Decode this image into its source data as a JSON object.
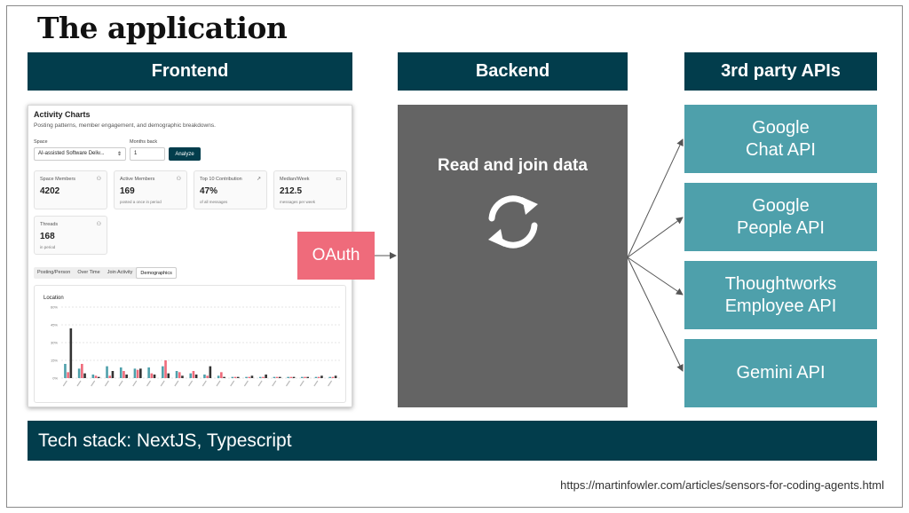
{
  "slide": {
    "title": "The application",
    "headers": {
      "frontend": "Frontend",
      "backend": "Backend",
      "third_party": "3rd party APIs"
    },
    "tech_stack": "Tech stack: NextJS, Typescript",
    "source": "https://martinfowler.com/articles/sensors-for-coding-agents.html"
  },
  "backend": {
    "label": "Read and join data",
    "icon": "refresh-icon"
  },
  "oauth": {
    "label": "OAuth"
  },
  "apis": [
    {
      "line1": "Google",
      "line2": "Chat API"
    },
    {
      "line1": "Google",
      "line2": "People API"
    },
    {
      "line1": "Thoughtworks",
      "line2": "Employee API"
    },
    {
      "line1": "Gemini API",
      "line2": ""
    }
  ],
  "colors": {
    "dark_teal": "#023d4c",
    "teal": "#4ea0ab",
    "gray": "#646464",
    "pink": "#ef6b7b"
  },
  "frontend_screenshot": {
    "title": "Activity Charts",
    "subtitle": "Posting patterns, member engagement, and demographic breakdowns.",
    "space_label": "Space",
    "space_value": "AI-assisted Software Deliv...",
    "months_label": "Months back",
    "months_value": "1",
    "analyze_label": "Analyze",
    "cards": [
      {
        "title": "Space Members",
        "value": "4202",
        "note": "",
        "icon": "users-icon"
      },
      {
        "title": "Active Members",
        "value": "169",
        "note": "posted a once in period",
        "icon": "users-icon"
      },
      {
        "title": "Top 10 Contribution",
        "value": "47%",
        "note": "of all messages",
        "icon": "trend-up-icon"
      },
      {
        "title": "Median/Week",
        "value": "212.5",
        "note": "messages per week",
        "icon": "message-icon"
      },
      {
        "title": "Threads",
        "value": "168",
        "note": "in period",
        "icon": "users-icon"
      }
    ],
    "tabs": [
      "Posting/Person",
      "Over Time",
      "Join Activity",
      "Demographics"
    ],
    "active_tab": "Demographics"
  },
  "chart_data": {
    "type": "bar",
    "title": "Location",
    "ylim": [
      0,
      60
    ],
    "yticks": [
      "60%",
      "45%",
      "30%",
      "15%",
      "0%"
    ],
    "grid": true,
    "series_colors": [
      "#4ea0ab",
      "#ef6b7b",
      "#333333"
    ],
    "series": [
      {
        "values": [
          12,
          8,
          3,
          10,
          9,
          8,
          9,
          10,
          6,
          4,
          3,
          2,
          1,
          1,
          1,
          1,
          1,
          1,
          1,
          1
        ]
      },
      {
        "values": [
          5,
          12,
          2,
          2,
          6,
          7,
          4,
          15,
          5,
          6,
          2,
          5,
          1,
          1,
          1,
          1,
          1,
          1,
          1,
          1
        ]
      },
      {
        "values": [
          42,
          4,
          1,
          6,
          3,
          8,
          3,
          4,
          2,
          3,
          10,
          1,
          1,
          2,
          3,
          1,
          1,
          1,
          2,
          2
        ]
      }
    ]
  }
}
